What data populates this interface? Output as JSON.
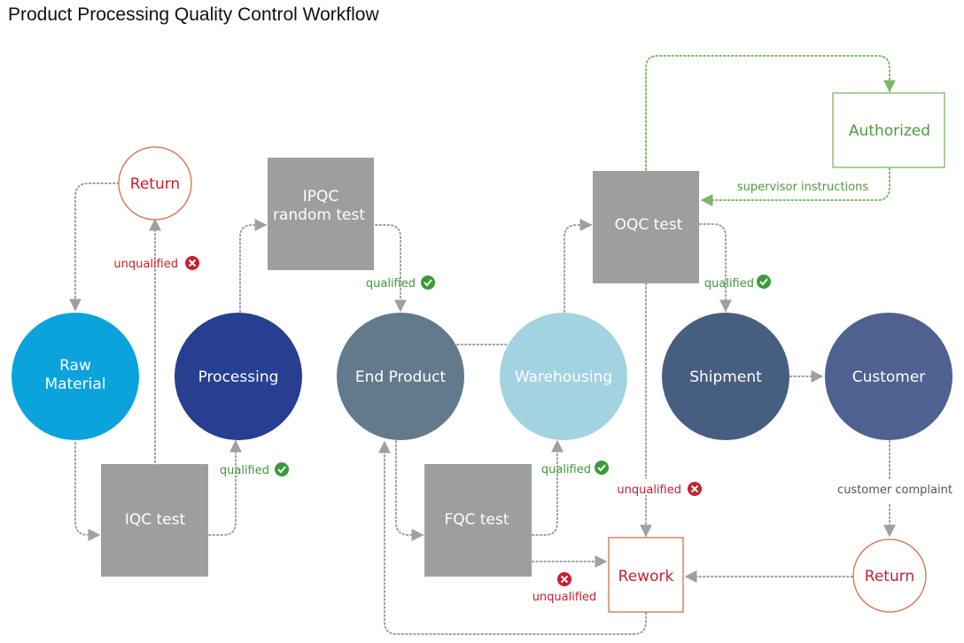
{
  "title": "Product Processing Quality Control Workflow",
  "colors": {
    "raw_material": "#0aa3dc",
    "processing": "#273e91",
    "end_product": "#637a8c",
    "warehousing": "#a3d2e0",
    "shipment": "#465f80",
    "customer": "#4f6190",
    "test_box": "#9d9e9e",
    "return_red": "#c8202f",
    "return_border": "#d0704f",
    "authorized_green": "#4d9c3e",
    "authorized_border": "#7cb869",
    "qualified_green": "#3d9a3a",
    "connector_gray": "#a0a0a0",
    "complaint_text": "#555555"
  },
  "nodes": {
    "raw_material": [
      "Raw",
      "Material"
    ],
    "processing": "Processing",
    "end_product": "End Product",
    "warehousing": "Warehousing",
    "shipment": "Shipment",
    "customer": "Customer",
    "iqc": "IQC test",
    "ipqc": [
      "IPQC",
      "random test"
    ],
    "fqc": "FQC test",
    "oqc": "OQC test",
    "return_top": "Return",
    "return_bottom": "Return",
    "rework": "Rework",
    "authorized": "Authorized"
  },
  "labels": {
    "unqualified_iqc": "unqualified",
    "qualified_iqc": "qualified",
    "qualified_ipqc": "qualified",
    "qualified_fqc": "qualified",
    "unqualified_fqc": "unqualified",
    "qualified_oqc": "qualified",
    "unqualified_oqc": "unqualified",
    "supervisor": "supervisor instructions",
    "complaint": "customer complaint"
  },
  "icons": {
    "qualified": "check-circle-icon",
    "unqualified": "x-circle-icon"
  }
}
